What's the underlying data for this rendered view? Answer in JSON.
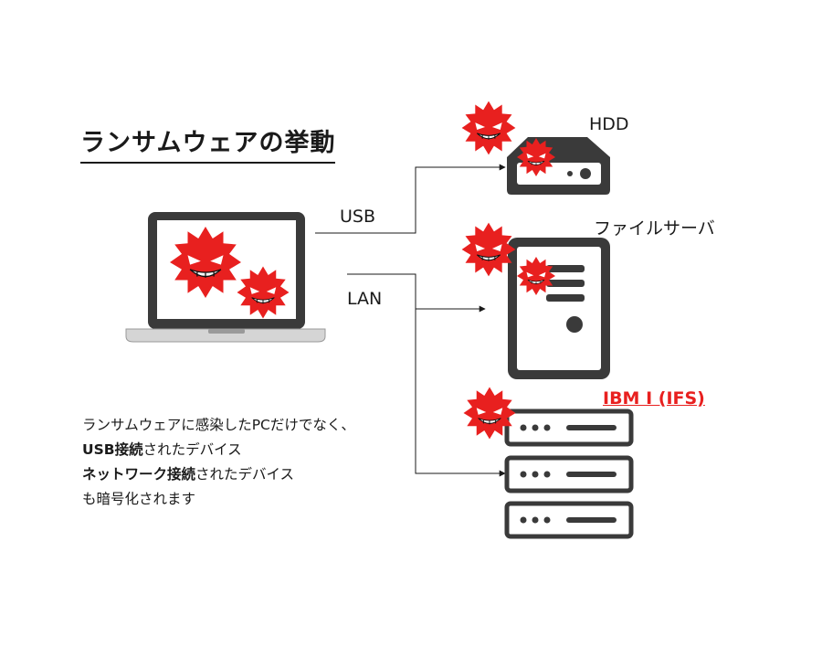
{
  "title": "ランサムウェアの挙動",
  "labels": {
    "hdd": "HDD",
    "file_server": "ファイルサーバ",
    "ibmi": "IBM I (IFS)",
    "usb": "USB",
    "lan": "LAN"
  },
  "description": {
    "line1": "ランサムウェアに感染したPCだけでなく、",
    "line2_bold": "USB接続",
    "line2_rest": "されたデバイス",
    "line3_bold": "ネットワーク接続",
    "line3_rest": "されたデバイス",
    "line4": "も暗号化されます"
  },
  "colors": {
    "virus": "#e8201f",
    "device": "#3a3a3a",
    "accent_label": "#e8201f"
  },
  "icons": [
    "laptop-icon",
    "hdd-icon",
    "file-server-icon",
    "rack-server-icon",
    "virus-icon"
  ]
}
